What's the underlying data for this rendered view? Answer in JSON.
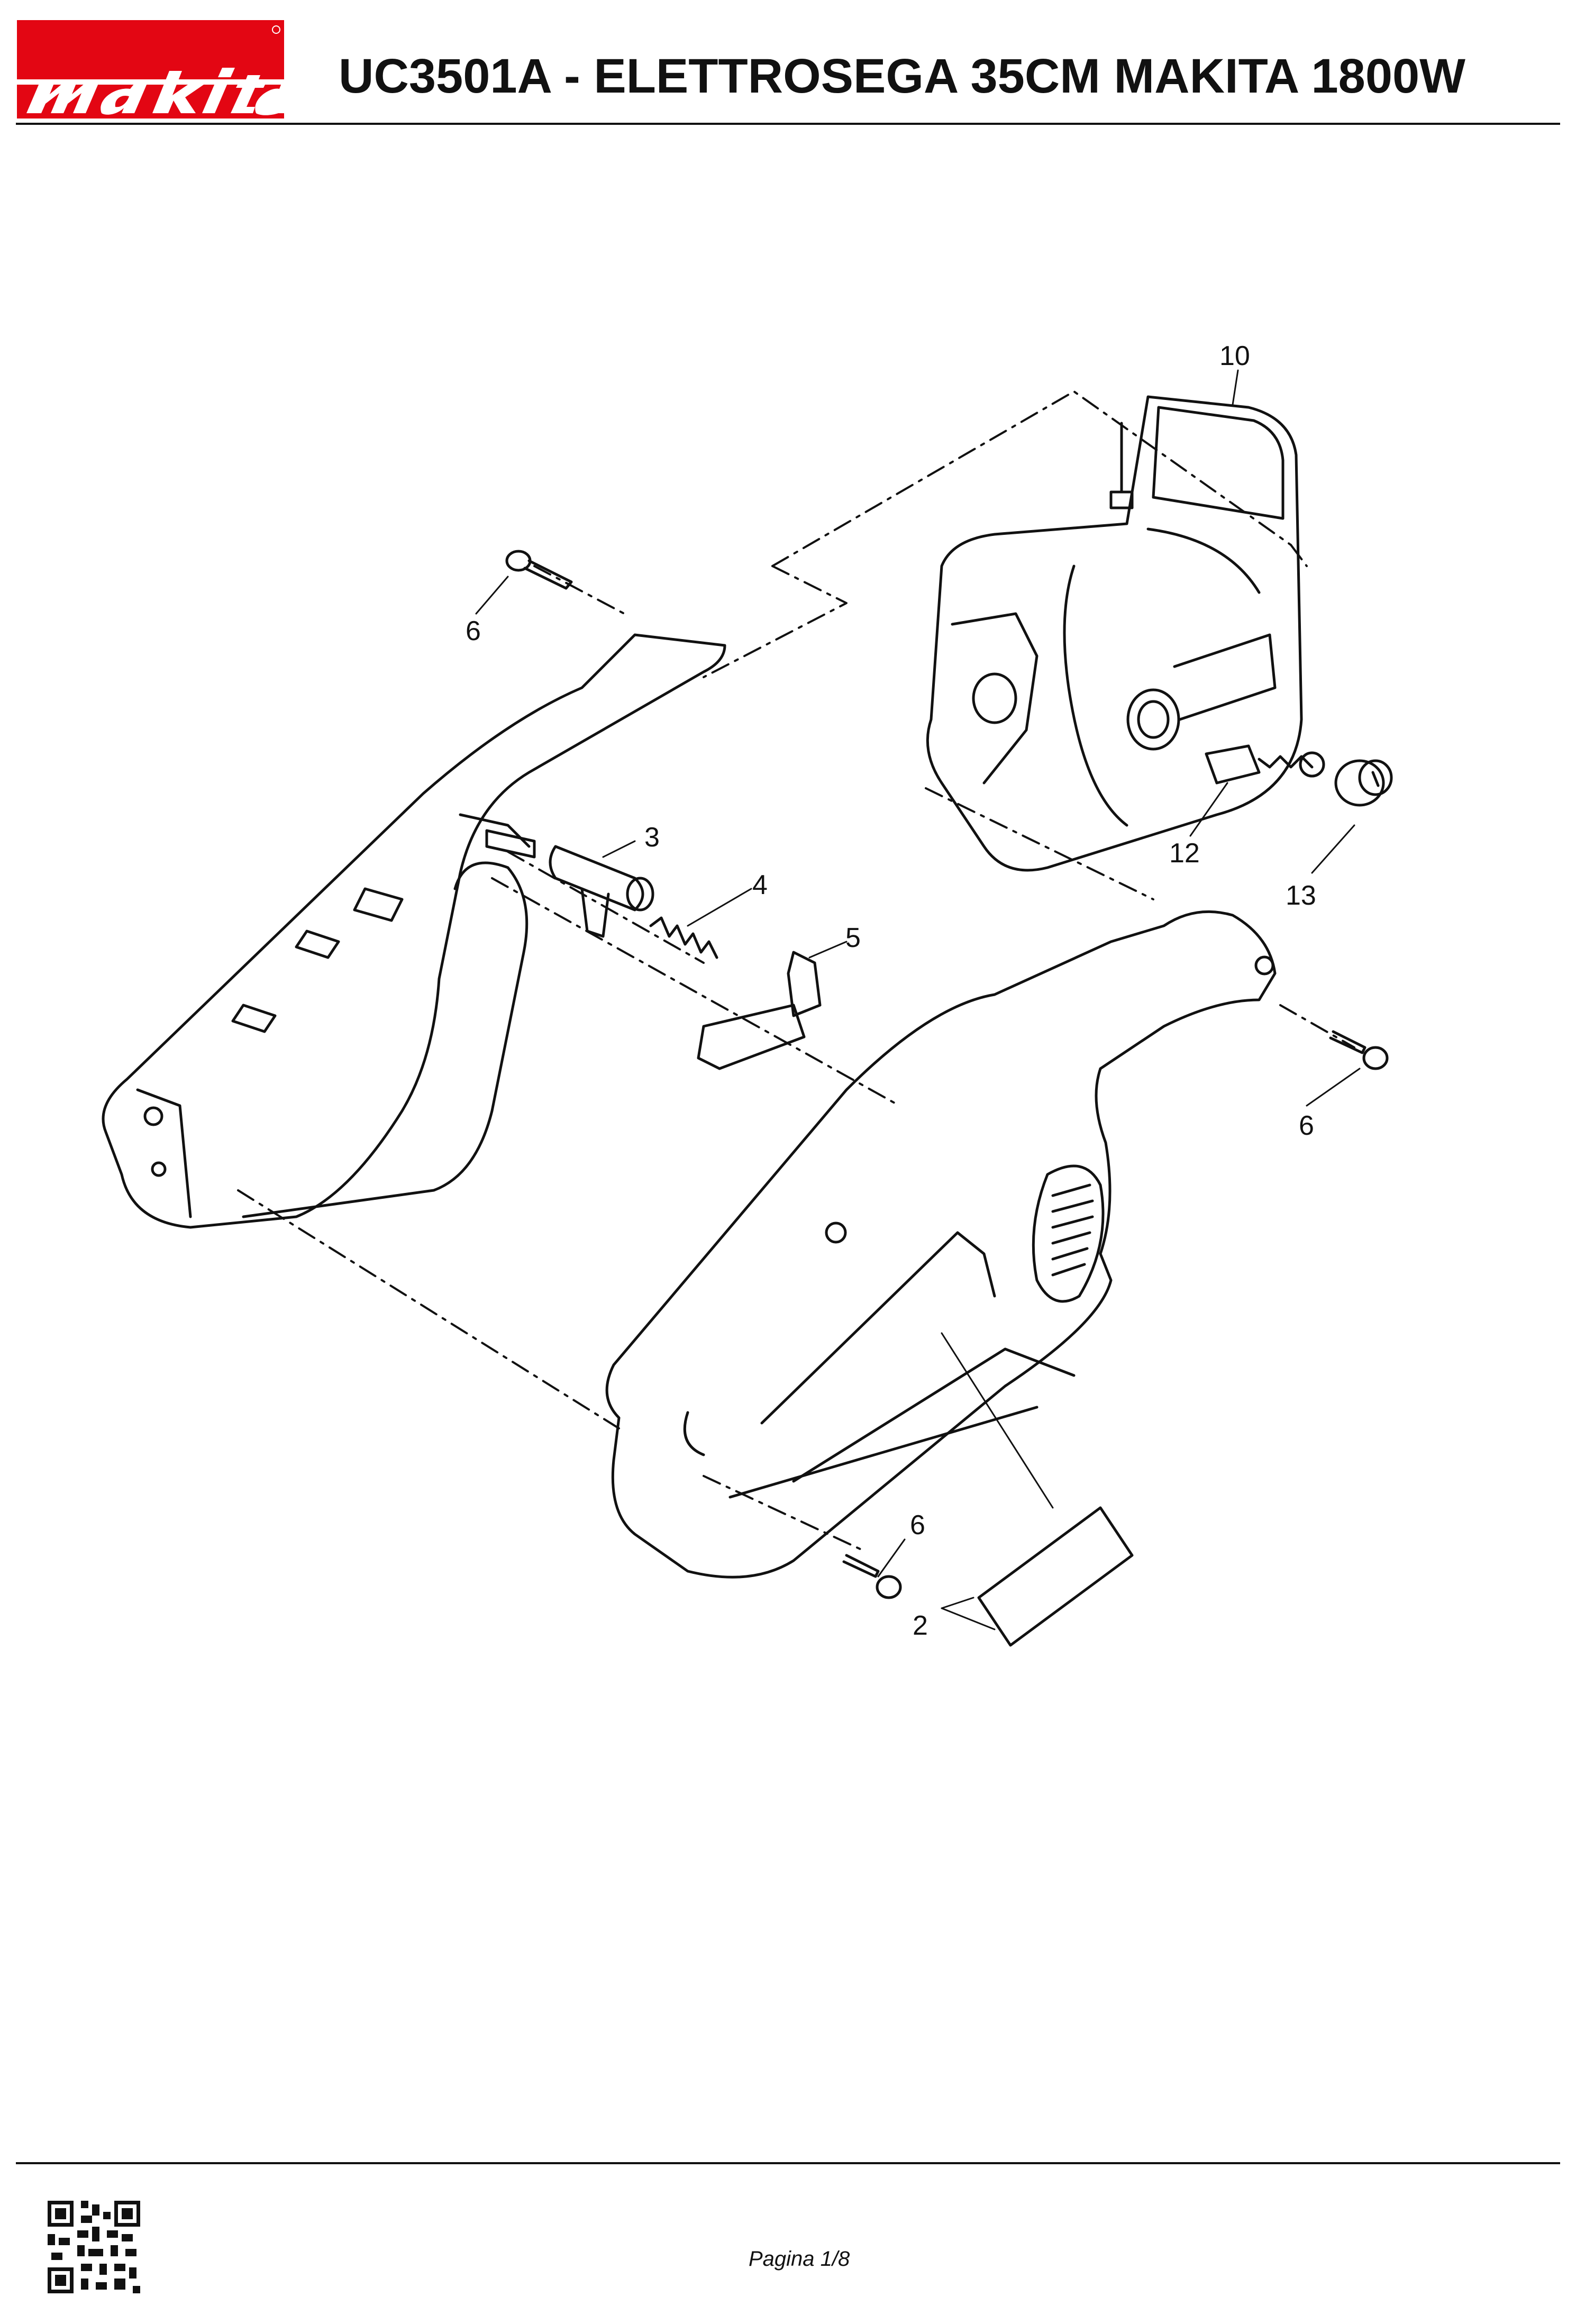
{
  "header": {
    "brand": "makita",
    "title": "UC3501A - ELETTROSEGA 35CM MAKITA 1800W",
    "brand_color": "#e30613"
  },
  "diagram": {
    "callouts": [
      "10",
      "6",
      "3",
      "4",
      "5",
      "12",
      "13",
      "6",
      "6",
      "2"
    ]
  },
  "footer": {
    "page_label": "Pagina 1/8",
    "qr_icon": "qr-code-icon"
  }
}
